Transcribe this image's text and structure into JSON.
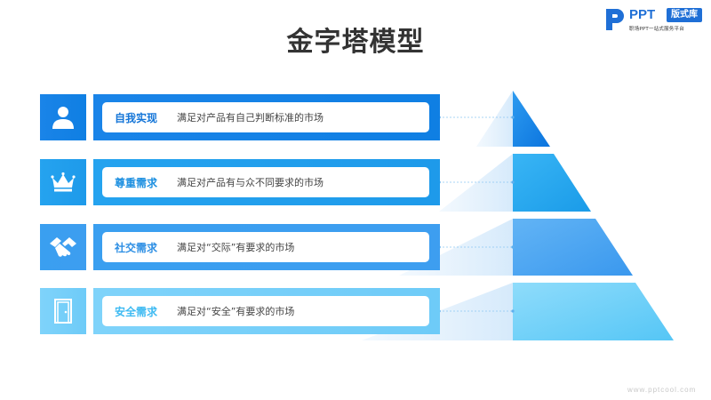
{
  "title": "金字塔模型",
  "logo": {
    "brand": "PPT",
    "badge": "版式库",
    "tagline": "职场PPT一站式服务平台"
  },
  "levels": [
    {
      "name": "自我实现",
      "desc": "满足对产品有自己判断标准的市场",
      "icon": "person-icon"
    },
    {
      "name": "尊重需求",
      "desc": "满足对产品有与众不同要求的市场",
      "icon": "crown-icon"
    },
    {
      "name": "社交需求",
      "desc": "满足对“交际”有要求的市场",
      "icon": "handshake-icon"
    },
    {
      "name": "安全需求",
      "desc": "满足对“安全”有要求的市场",
      "icon": "door-icon"
    }
  ],
  "colors": {
    "level1": "#1a84e8",
    "level2": "#25a3ef",
    "level3": "#3d9ef0",
    "level4": "#7fd3fa"
  },
  "watermark": "www.pptcool.com"
}
